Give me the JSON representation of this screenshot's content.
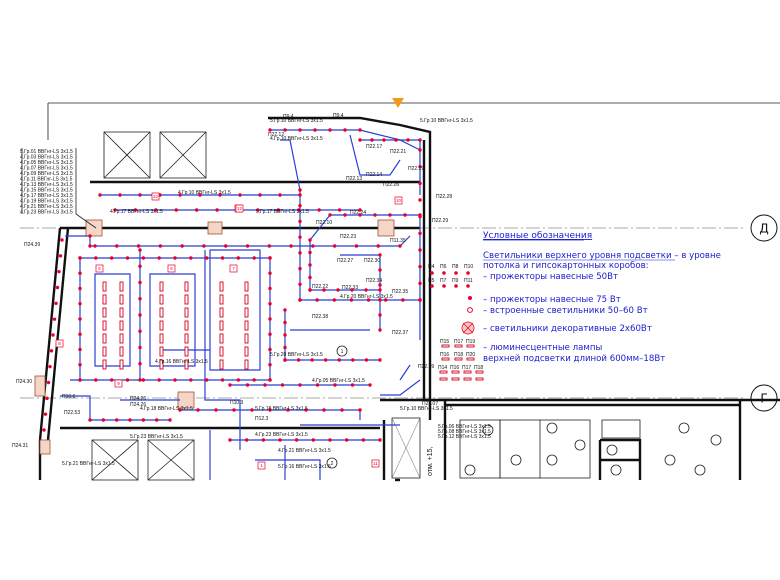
{
  "axes": [
    {
      "label": "Д"
    },
    {
      "label": "Г"
    }
  ],
  "legend": {
    "title": "Условные обозначения",
    "item1_line1": "Светильники верхнего уровня подсветки  –  в уровне",
    "item1_line2": "потолка и гипсокартонных коробов:",
    "item1_sub": "–  прожекторы навесные 50Вт",
    "item2": "–  прожекторы навесные 75  Вт",
    "item3": "–  встроенные светильники 50–60  Вт",
    "item4": "–  светильники декоративные 2х60Вт",
    "item5_line1": "–  люминесцентные лампы",
    "item5_line2": "верхней подсветки длиной 600мм–18Вт",
    "sym_codes_1": [
      "П4",
      "П6",
      "П8",
      "П10"
    ],
    "sym_codes_2": [
      "П5",
      "П7",
      "П9",
      "П11"
    ],
    "sym_codes_3": [
      "П15",
      "П17",
      "П19"
    ],
    "sym_codes_4": [
      "П16",
      "П18",
      "П20"
    ],
    "sym_codes_5": [
      "П14",
      "П16",
      "П17",
      "П18"
    ]
  },
  "circuit_labels": [
    "П9.4",
    "П9.4",
    "П22.12",
    "П22.17",
    "П22.21",
    "П22.19",
    "П22.13",
    "П22.14",
    "П22.26",
    "П22.28",
    "П22.24",
    "П22.29",
    "П22.10",
    "П22.23",
    "П22.27",
    "П22.30",
    "П22.34",
    "П22.22",
    "П22.33",
    "П22.35",
    "П22.38",
    "П22.37",
    "П22.39",
    "П24.39",
    "П24.30",
    "П24.31",
    "П10.6",
    "П22.53",
    "П24.26",
    "П10.3",
    "П11.35",
    "П22.07",
    "П12.3",
    "П24.26"
  ],
  "cable_labels": [
    "5.Гр.10 ВВГнг-LS 3х1.5",
    "4.Гр.10 ВВГнг-LS 3х1.5",
    "4.Гр.17 ВВГнг-LS 3х1.5",
    "5.Гр.17 ВВГнг-LS 3х1.5",
    "4.Гр.20 ВВГнг-LS 3х1.5",
    "5.Гр.20 ВВГнг-LS 3х1.5",
    "4.Гр.05 ВВГнг-LS 3х1.5",
    "5.Гр.18 ВВГнг-LS 3х1.5",
    "4.Гр.18 ВВГнг-LS 3х1.5",
    "5.Гр.23 ВВГнг-LS 3х1.5",
    "4.Гр.23 ВВГнг-LS 3х1.5",
    "4.Гр.21 ВВГнг-LS 3х1.5",
    "5.Гр.21 ВВГнг-LS 3х1.5",
    "5.Гр.10 ВВГнг-LS 3х1.5",
    "4.Гр.16 ВВГнг-LS 3х1.5",
    "5.Гр.16 ВВГнг-LS 3х1.5"
  ],
  "feeders_top_left": [
    "5.Гр.01 ВВГнг-LS 3х1.5",
    "4.Гр.03 ВВГнг-LS 3х1.5",
    "4.Гр.05 ВВГнг-LS 3х1.5",
    "4.Гр.07 ВВГнг-LS 3х1.5",
    "4.Гр.09 ВВГнг-LS 3х1.5",
    "4.Гр.11 ВВГнг-LS 3х1.5",
    "4.Гр.13 ВВГнг-LS 3х1.5",
    "4.Гр.15 ВВГнг-LS 3х1.5",
    "4.Гр.17 ВВГнг-LS 3х1.5",
    "4.Гр.19 ВВГнг-LS 3х1.5",
    "4.Гр.21 ВВГнг-LS 3х1.5",
    "4.Гр.23 ВВГнг-LS 3х1.5"
  ],
  "feeders_bottom": [
    "5.Гр.06 ВВГнг-LS 3х1.5",
    "5.Гр.08 ВВГнг-LS 3х1.5",
    "5.Гр.12 ВВГнг-LS 3х1.5"
  ],
  "elevation_note": "отм. +15,",
  "room_numbers": [
    "1",
    "2",
    "5",
    "6",
    "7",
    "8",
    "9",
    "10",
    "11",
    "12",
    "13",
    "14",
    "15",
    "16",
    "17",
    "18",
    "19",
    "20",
    "21",
    "22"
  ]
}
